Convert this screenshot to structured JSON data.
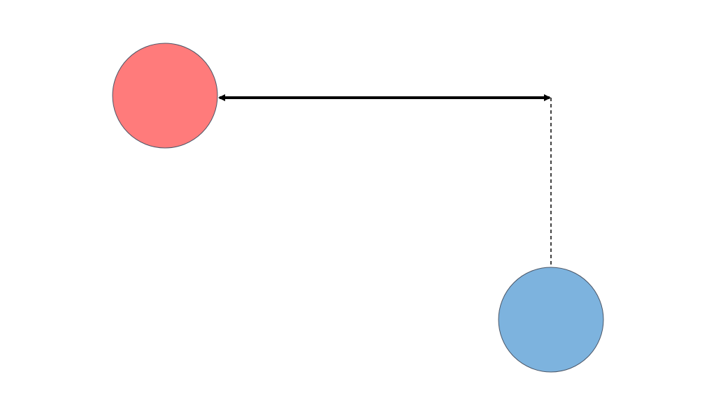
{
  "diagram": {
    "background": "#ffffff",
    "nodes": [
      {
        "id": "red-circle",
        "fill": "#ff7b7b",
        "stroke": "#4a5566"
      },
      {
        "id": "blue-circle",
        "fill": "#7db3de",
        "stroke": "#4a5566"
      }
    ],
    "connectors": [
      {
        "id": "horizontal-double-arrow",
        "style": "solid",
        "arrowheads": "both",
        "color": "#000000"
      },
      {
        "id": "vertical-dashed-line",
        "style": "dashed",
        "arrowheads": "none",
        "color": "#000000"
      }
    ]
  }
}
